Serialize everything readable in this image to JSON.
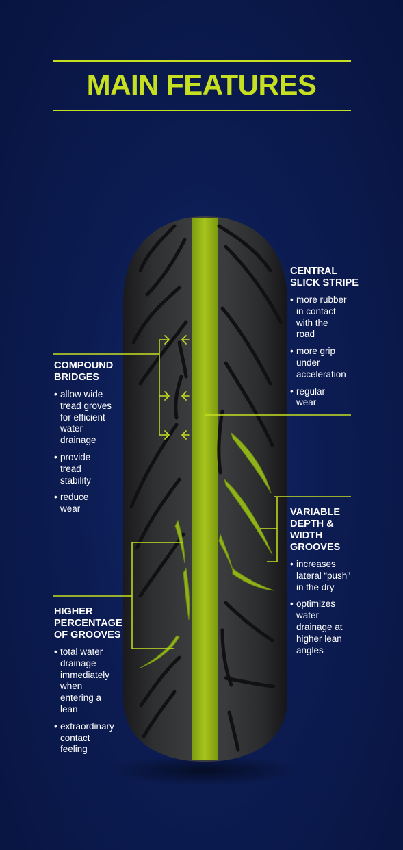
{
  "title": "MAIN FEATURES",
  "colors": {
    "accent": "#c6e021",
    "background": "#0b1b4d",
    "text": "#ffffff"
  },
  "features": {
    "central": {
      "heading": "CENTRAL\nSLICK STRIPE",
      "bullets": [
        "more rubber\nin contact\nwith the\nroad",
        "more grip\nunder\nacceleration",
        "regular\nwear"
      ]
    },
    "compound": {
      "heading": "COMPOUND\nBRIDGES",
      "bullets": [
        "allow wide\ntread groves\nfor efficient\nwater\ndrainage",
        "provide\ntread\nstability",
        "reduce\nwear"
      ]
    },
    "variable": {
      "heading": "VARIABLE\nDEPTH &\nWIDTH\nGROOVES",
      "bullets": [
        "increases\nlateral “push”\nin the dry",
        "optimizes\nwater\ndrainage at\nhigher lean\nangles"
      ]
    },
    "higher": {
      "heading": "HIGHER\nPERCENTAGE\nOF GROOVES",
      "bullets": [
        "total water\ndrainage\nimmediately\nwhen\nentering a\nlean",
        "extraordinary\ncontact\nfeeling"
      ]
    }
  }
}
